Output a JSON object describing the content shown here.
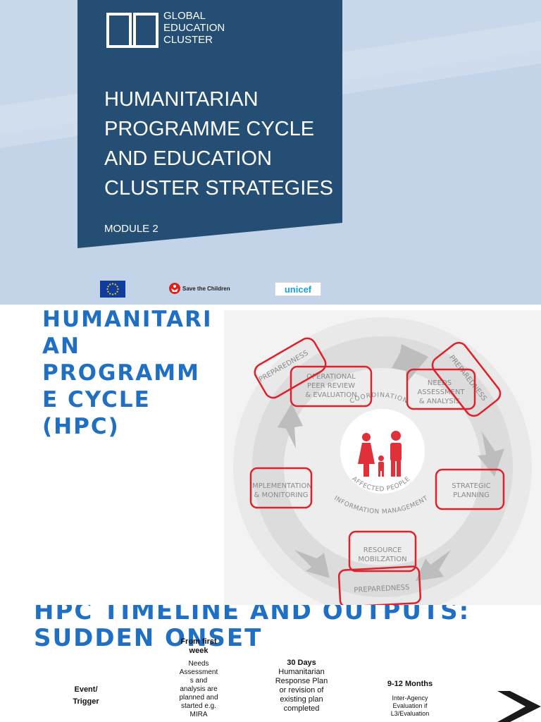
{
  "slide1": {
    "logo_lines": [
      "GLOBAL",
      "EDUCATION",
      "CLUSTER"
    ],
    "title_lines": [
      "HUMANITARIAN",
      "PROGRAMME CYCLE",
      "AND EDUCATION",
      "CLUSTER STRATEGIES"
    ],
    "module": "MODULE 2",
    "partners": {
      "stc": "Save the Children",
      "unicef": "unicef"
    },
    "colors": {
      "panel": "#244e74",
      "background": "#c9d7ea",
      "band": "#dde6f2"
    }
  },
  "slide2": {
    "title": "HUMANITARI\nAN\nPROGRAMM\nE CYCLE\n(HPC)",
    "diagram": {
      "stages": {
        "peer_review": [
          "OPERATIONAL",
          "PEER REVIEW",
          "& EVALUATION"
        ],
        "needs": [
          "NEEDS",
          "ASSESSMENT",
          "& ANALYSIS"
        ],
        "strategic": [
          "STRATEGIC",
          "PLANNING"
        ],
        "resource": [
          "RESOURCE",
          "MOBILZATION"
        ],
        "implementation": [
          "IMPLEMENTATION",
          "& MONITORING"
        ]
      },
      "preparedness": "PREPAREDNESS",
      "coordination": "COORDINATION",
      "information": "INFORMATION MANAGEMENT",
      "affected": "AFFECTED PEOPLE",
      "colors": {
        "highlight": "#e0202a",
        "ring": "#c9c9c9",
        "people": "#e0303a"
      }
    }
  },
  "slide3": {
    "title_lines": [
      "HPC TIMELINE AND OUTPUTS:",
      "SUDDEN ONSET"
    ],
    "event": [
      "Event/",
      "Trigger"
    ],
    "week_head": [
      "From first",
      "week"
    ],
    "week_body": [
      "Needs",
      "Assessment",
      "s and",
      "analysis are",
      "planned and",
      "started e.g.",
      "MIRA"
    ],
    "days_head": "30 Days",
    "days_body": [
      "Humanitarian",
      "Response Plan",
      "or revision of",
      "existing plan",
      "completed"
    ],
    "months_head": "9-12 Months",
    "months_body": [
      "Inter-Agency",
      "Evaluation if",
      "L3/Evaluation"
    ]
  }
}
